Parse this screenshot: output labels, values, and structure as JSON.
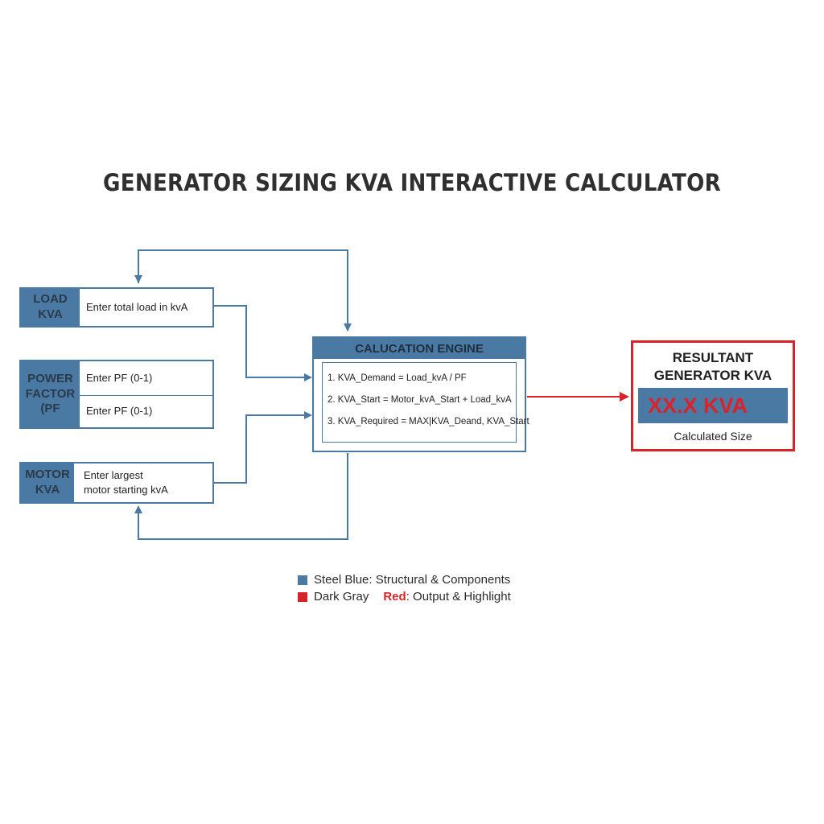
{
  "title": "GENERATOR SIZING KVA INTERACTIVE CALCULATOR",
  "inputs": {
    "load_kva": {
      "label": "LOAD KVA",
      "field": "Enter total load in kvA"
    },
    "power_factor": {
      "label_line1": "POWER",
      "label_line2": "FACTOR",
      "label_line3": "(PF",
      "field1": "Enter PF (0-1)",
      "field2": "Enter PF (0-1)"
    },
    "motor_kva": {
      "label_line1": "MOTOR",
      "label_line2": "KVA",
      "field_line1": "Enter largest",
      "field_line2": "motor starting kvA"
    }
  },
  "engine": {
    "title": "CALUCATION ENGINE",
    "formulas": [
      "1. KVA_Demand = Load_kvA / PF",
      "2. KVA_Start = Motor_kvA_Start + Load_kvA",
      "3. KVA_Required = MAX|KVA_Deand, KVA_Start"
    ]
  },
  "result": {
    "title_line1": "RESULTANT",
    "title_line2": "GENERATOR KVA",
    "value": "XX.X KVA",
    "caption": "Calculated Size"
  },
  "legend": {
    "row1": "Steel Blue: Structural & Components",
    "row2_gray": "Dark Gray",
    "row2_red": "Red",
    "row2_rest": ": Output & Highlight"
  },
  "colors": {
    "steel_blue": "#4a7aa3",
    "red": "#d8232a",
    "dark_gray": "#2b2b2b"
  }
}
